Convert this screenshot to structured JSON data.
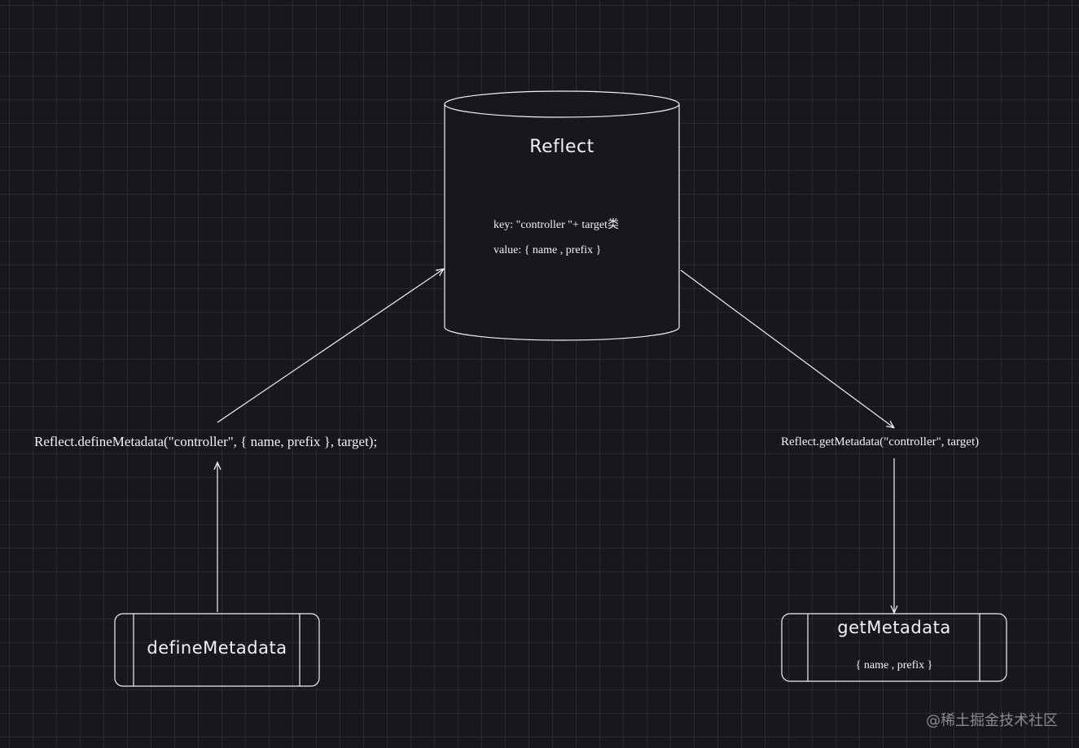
{
  "diagram": {
    "nodes": {
      "reflect_store": {
        "title": "Reflect",
        "key_line": "key:   \"controller \"+ target类",
        "value_line": "value:  { name , prefix }"
      },
      "define_call": {
        "text": "Reflect.defineMetadata(\"controller\", { name, prefix }, target);"
      },
      "get_call": {
        "text": "Reflect.getMetadata(\"controller\", target)"
      },
      "define_process": {
        "title": "defineMetadata"
      },
      "get_process": {
        "title": "getMetadata",
        "subtitle": "{ name ,  prefix }"
      }
    },
    "edges": [
      {
        "from": "define_process",
        "to": "define_call"
      },
      {
        "from": "define_call",
        "to": "reflect_store"
      },
      {
        "from": "reflect_store",
        "to": "get_call"
      },
      {
        "from": "get_call",
        "to": "get_process"
      }
    ]
  },
  "watermark": "@稀土掘金技术社区",
  "colors": {
    "background": "#18171c",
    "stroke": "#f2f2f2",
    "text": "#f2f2f2",
    "watermark": "#8a8a8f"
  }
}
